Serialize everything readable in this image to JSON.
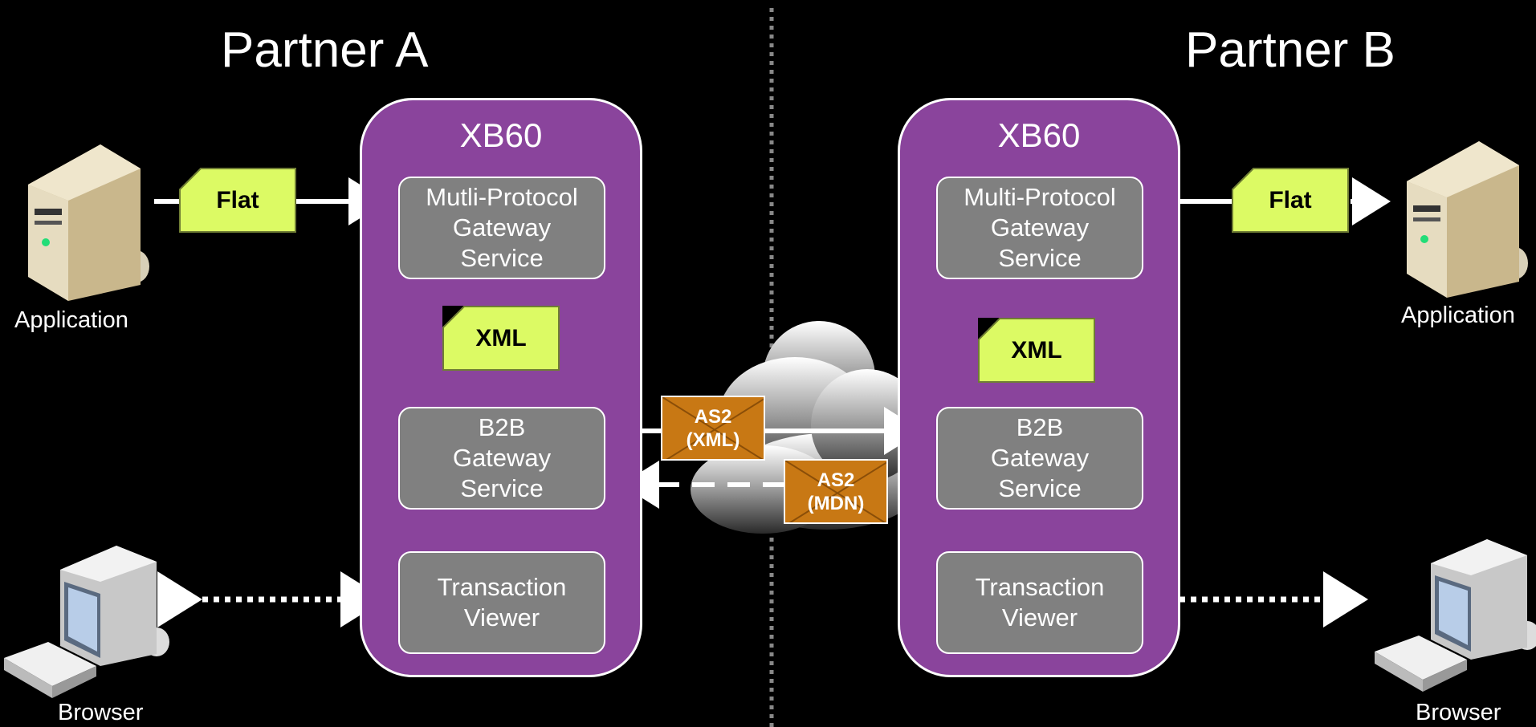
{
  "partner_a": {
    "title": "Partner A",
    "xb_title": "XB60",
    "mpgs": "Mutli-Protocol\nGateway\nService",
    "b2b": "B2B\nGateway\nService",
    "viewer": "Transaction\nViewer",
    "app_label": "Application",
    "browser_label": "Browser",
    "flat_doc": "Flat",
    "xml_doc": "XML"
  },
  "partner_b": {
    "title": "Partner B",
    "xb_title": "XB60",
    "mpgs": "Multi-Protocol\nGateway\nService",
    "b2b": "B2B\nGateway\nService",
    "viewer": "Transaction\nViewer",
    "app_label": "Application",
    "browser_label": "Browser",
    "flat_doc": "Flat",
    "xml_doc": "XML"
  },
  "messages": {
    "as2_xml": "AS2\n(XML)",
    "as2_mdn": "AS2\n(MDN)"
  },
  "colors": {
    "background": "#000000",
    "xb60": "#8a449c",
    "service_box": "#808080",
    "document": "#dcfa64",
    "envelope": "#c87814"
  }
}
